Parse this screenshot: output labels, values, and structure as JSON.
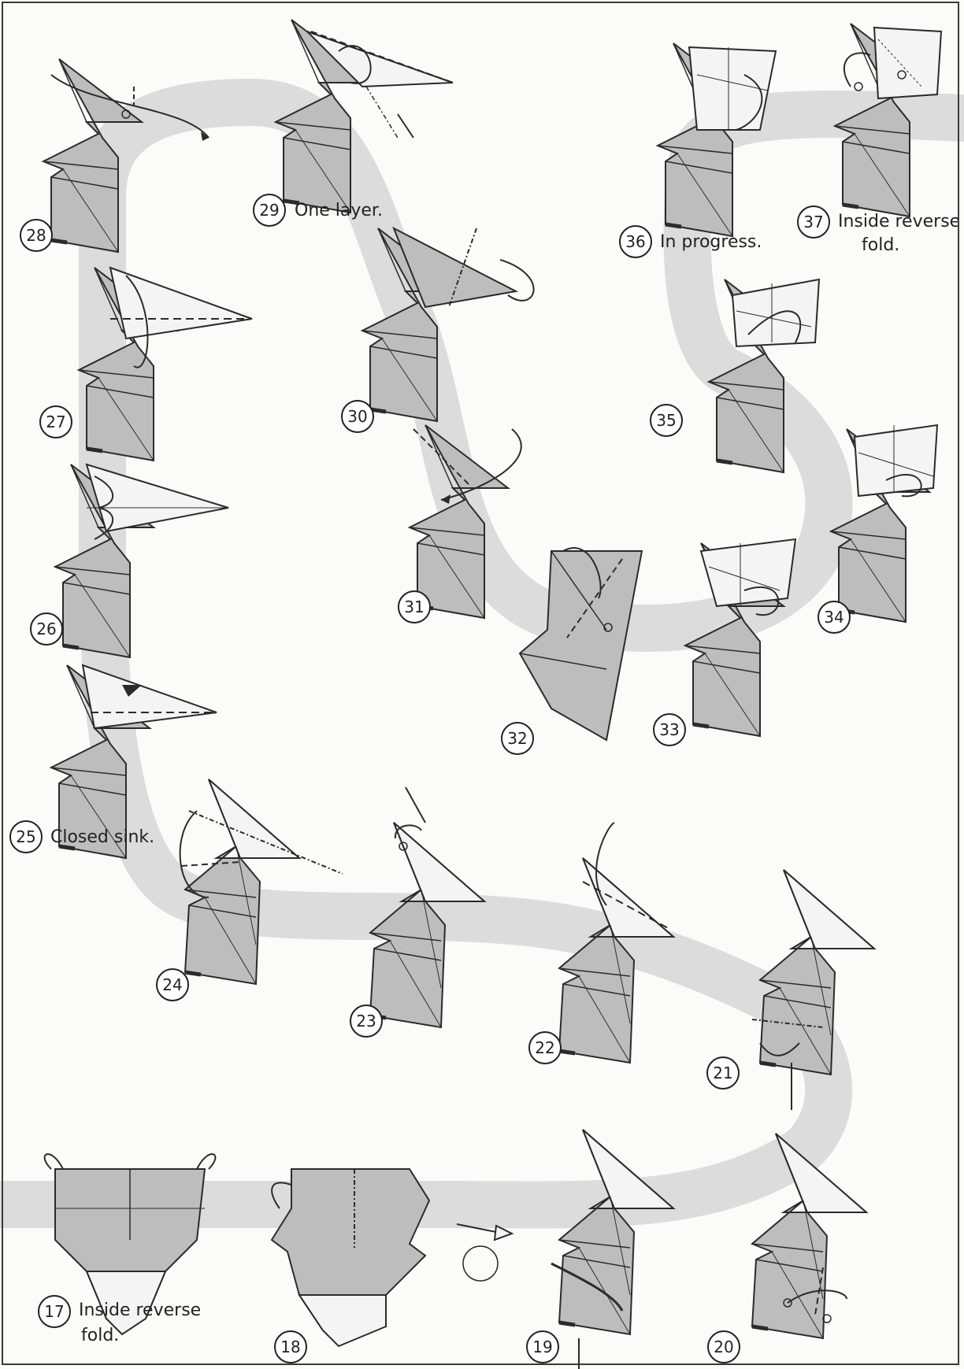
{
  "colors": {
    "paper_shade": "#bdbdbd",
    "paper_white": "#f4f4f4",
    "path_band": "#d6d6d6",
    "line": "#2b2b2b"
  },
  "steps": [
    {
      "number": "17",
      "caption": "Inside reverse fold."
    },
    {
      "number": "18",
      "caption": ""
    },
    {
      "number": "19",
      "caption": ""
    },
    {
      "number": "20",
      "caption": ""
    },
    {
      "number": "21",
      "caption": ""
    },
    {
      "number": "22",
      "caption": ""
    },
    {
      "number": "23",
      "caption": ""
    },
    {
      "number": "24",
      "caption": ""
    },
    {
      "number": "25",
      "caption": "Closed sink."
    },
    {
      "number": "26",
      "caption": ""
    },
    {
      "number": "27",
      "caption": ""
    },
    {
      "number": "28",
      "caption": ""
    },
    {
      "number": "29",
      "caption": "One layer."
    },
    {
      "number": "30",
      "caption": ""
    },
    {
      "number": "31",
      "caption": ""
    },
    {
      "number": "32",
      "caption": ""
    },
    {
      "number": "33",
      "caption": ""
    },
    {
      "number": "34",
      "caption": ""
    },
    {
      "number": "35",
      "caption": ""
    },
    {
      "number": "36",
      "caption": "In progress."
    },
    {
      "number": "37",
      "caption": "Inside reverse fold."
    }
  ],
  "captions_multiline": {
    "step17_line1": "Inside reverse",
    "step17_line2": "fold.",
    "step37_line1": "Inside reverse",
    "step37_line2": "fold."
  }
}
